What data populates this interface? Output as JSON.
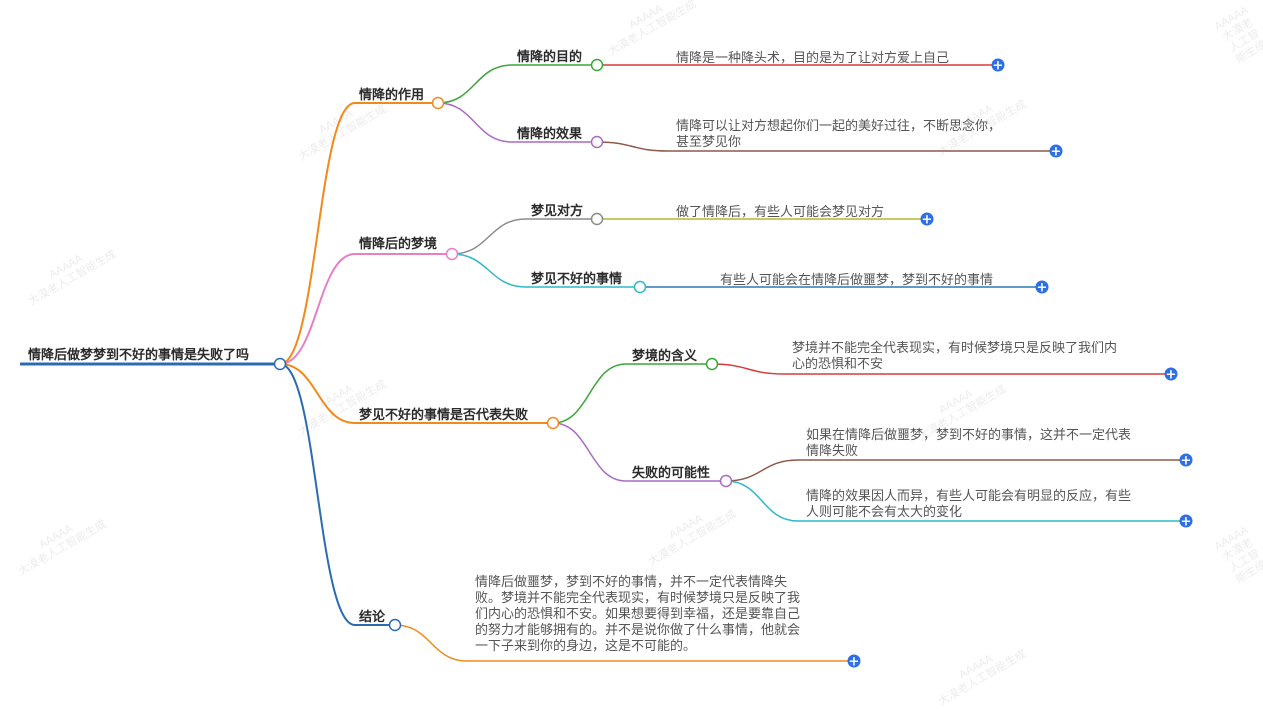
{
  "root": "情降后做梦梦到不好的事情是失败了吗",
  "branches": [
    {
      "label": "情降的作用",
      "children": [
        {
          "label": "情降的目的",
          "leaf": "情降是一种降头术，目的是为了让对方爱上自己"
        },
        {
          "label": "情降的效果",
          "leaf": "情降可以让对方想起你们一起的美好过往，不断思念你，\n甚至梦见你"
        }
      ]
    },
    {
      "label": "情降后的梦境",
      "children": [
        {
          "label": "梦见对方",
          "leaf": "做了情降后，有些人可能会梦见对方"
        },
        {
          "label": "梦见不好的事情",
          "leaf": "有些人可能会在情降后做噩梦，梦到不好的事情"
        }
      ]
    },
    {
      "label": "梦见不好的事情是否代表失败",
      "children": [
        {
          "label": "梦境的含义",
          "leaf": "梦境并不能完全代表现实，有时候梦境只是反映了我们内\n心的恐惧和不安"
        },
        {
          "label": "失败的可能性",
          "leaves": [
            "如果在情降后做噩梦，梦到不好的事情，这并不一定代表\n情降失败",
            "情降的效果因人而异，有些人可能会有明显的反应，有些\n人则可能不会有太大的变化"
          ]
        }
      ]
    },
    {
      "label": "结论",
      "leaf": "情降后做噩梦，梦到不好的事情，并不一定代表情降失\n败。梦境并不能完全代表现实，有时候梦境只是反映了我\n们内心的恐惧和不安。如果想要得到幸福，还是要靠自己\n的努力才能够拥有的。并不是说你做了什么事情，他就会\n一下子来到你的身边，这是不可能的。"
    }
  ],
  "watermark": "AAAAA\n大漠老人工智能生成",
  "colors": {
    "root_line": "#2b6cb0",
    "b1": "#f28a1b",
    "b2": "#e87ec4",
    "b3": "#f28a1b",
    "b4": "#2b6cb0",
    "c_green": "#3aa637",
    "c_purple": "#a86bc2",
    "c_gray": "#8c8c8c",
    "c_cyan": "#2cb8c9",
    "l_red": "#d93a3a",
    "l_brown": "#8c5a4a",
    "l_olive": "#b5b532",
    "l_blue": "#2a7ab8",
    "l_cyan": "#2cb8c9",
    "l_orange": "#f28a1b",
    "plus": "#2f6fe4"
  },
  "plus_icon": "+"
}
